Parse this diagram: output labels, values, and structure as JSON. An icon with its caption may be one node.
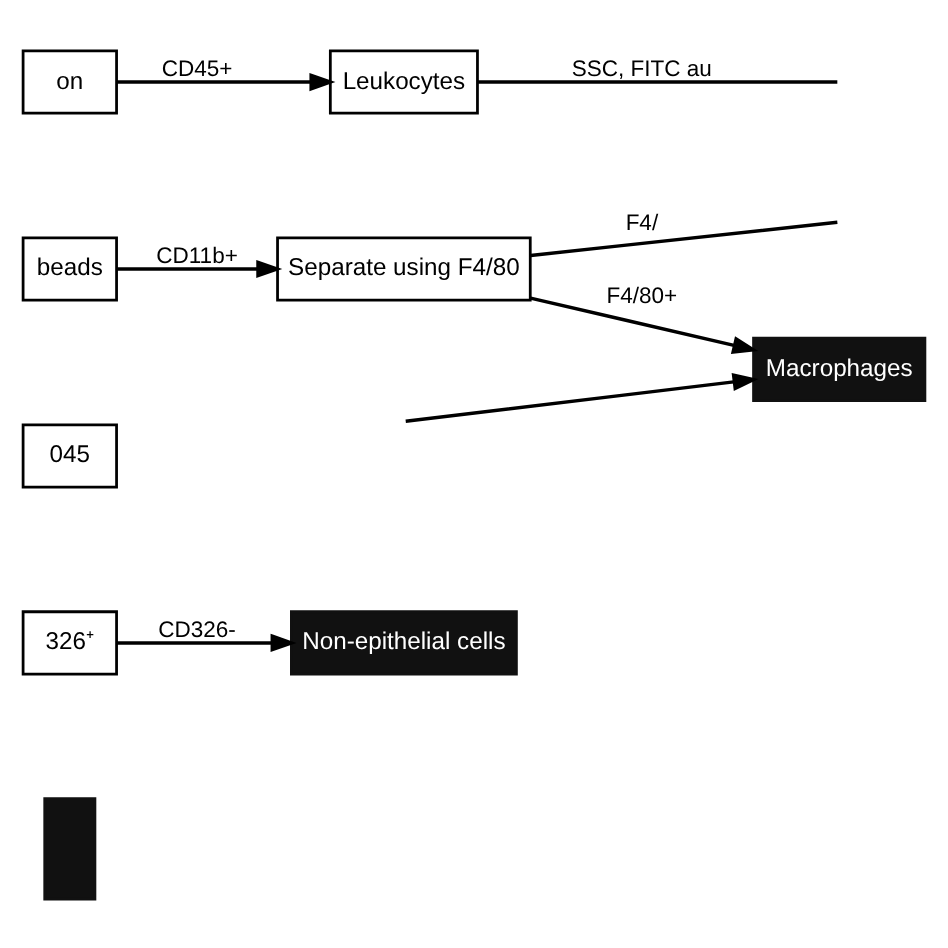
{
  "diagram": {
    "nodes": [
      {
        "text": [
          "on"
        ]
      },
      {
        "text": [
          "Leukocytes"
        ]
      },
      {
        "text": [
          "beads"
        ]
      },
      {
        "text": [
          "Separate using F4/80"
        ]
      },
      {
        "text": [
          "Macrophages"
        ]
      },
      {
        "text": [
          "045"
        ]
      },
      {
        "text": [
          "326⁺"
        ]
      },
      {
        "text": [
          "Non-epithelial cells"
        ]
      },
      {
        "text": [],
        "shape": "box"
      }
    ],
    "edges": [
      {
        "from": 0,
        "to": 1,
        "arrow": "to",
        "label": "CD45+"
      },
      {
        "from": 1,
        "to": null,
        "arrow": "none",
        "label": "SSC, FITC au"
      },
      {
        "from": 2,
        "to": 3,
        "arrow": "to",
        "label": "CD11b+"
      },
      {
        "from": 3,
        "to": null,
        "arrow": "none",
        "label": "F4/"
      },
      {
        "from": 3,
        "to": 4,
        "arrow": "to",
        "label": "F4/80+"
      },
      {
        "from": null,
        "to": 4,
        "arrow": "to"
      },
      {
        "from": 6,
        "to": 7,
        "arrow": "to",
        "label": "CD326-"
      }
    ]
  }
}
